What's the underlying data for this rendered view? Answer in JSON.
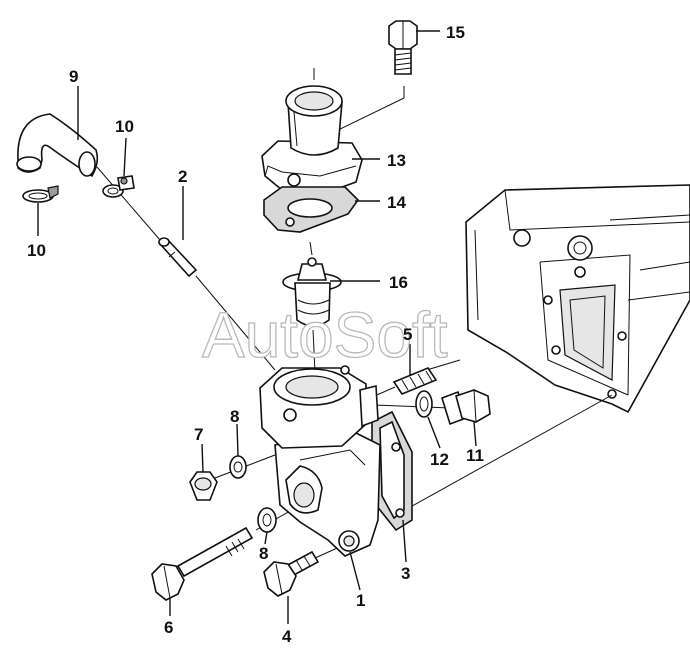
{
  "watermark": "AutoSoft",
  "callouts": [
    {
      "id": "c1",
      "label": "1"
    },
    {
      "id": "c2",
      "label": "2"
    },
    {
      "id": "c3",
      "label": "3"
    },
    {
      "id": "c4",
      "label": "4"
    },
    {
      "id": "c5",
      "label": "5"
    },
    {
      "id": "c6",
      "label": "6"
    },
    {
      "id": "c7",
      "label": "7"
    },
    {
      "id": "c8a",
      "label": "8"
    },
    {
      "id": "c8b",
      "label": "8"
    },
    {
      "id": "c9",
      "label": "9"
    },
    {
      "id": "c10a",
      "label": "10"
    },
    {
      "id": "c10b",
      "label": "10"
    },
    {
      "id": "c11",
      "label": "11"
    },
    {
      "id": "c12",
      "label": "12"
    },
    {
      "id": "c13",
      "label": "13"
    },
    {
      "id": "c14",
      "label": "14"
    },
    {
      "id": "c15",
      "label": "15"
    },
    {
      "id": "c16",
      "label": "16"
    }
  ]
}
